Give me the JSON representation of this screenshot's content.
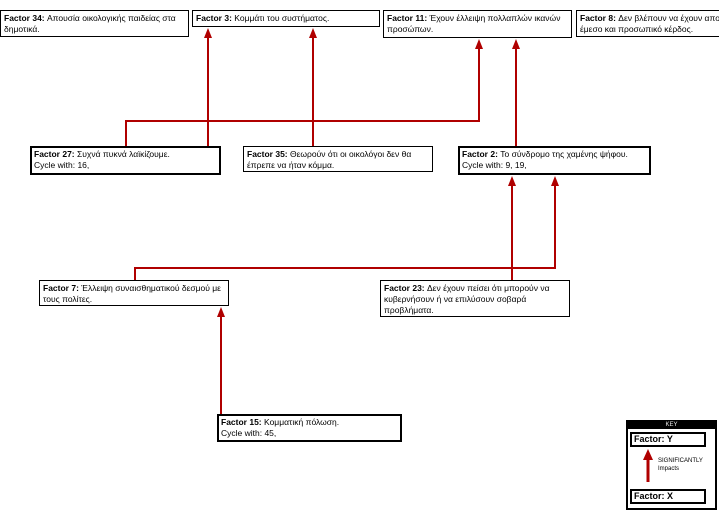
{
  "factors": {
    "factor_34": {
      "label": "Factor 34:",
      "lines": [
        "Απουσία οικολογικής παιδείας στα",
        "δημοτικά."
      ]
    },
    "factor_3": {
      "label": "Factor 3:",
      "lines": [
        "Κομμάτι του συστήματος."
      ]
    },
    "factor_11": {
      "label": "Factor 11:",
      "lines": [
        "Έχουν έλλειψη πολλαπλών ικανών",
        "προσώπων."
      ]
    },
    "factor_8": {
      "label": "Factor 8:",
      "lines": [
        "Δεν βλέπουν να έχουν αποιο",
        "έμεσο και προσωπικό κέρδος."
      ]
    },
    "factor_27": {
      "label": "Factor 27:",
      "lines": [
        "Συχνά πυκνά λαϊκίζουμε."
      ],
      "cycle": "Cycle with: 16,"
    },
    "factor_35": {
      "label": "Factor 35:",
      "lines": [
        "Θεωρούν ότι οι οικολόγοι δεν θα",
        "έπρεπε να ήταν κόμμα."
      ]
    },
    "factor_2": {
      "label": "Factor 2:",
      "lines": [
        "Το σύνδρομο της χαμένης ψήφου."
      ],
      "cycle": "Cycle with: 9, 19,"
    },
    "factor_7": {
      "label": "Factor 7:",
      "lines": [
        "Έλλειψη συναισθηματικού δεσμού με",
        "τους πολίτες."
      ]
    },
    "factor_23": {
      "label": "Factor 23:",
      "lines": [
        "Δεν έχουν πείσει ότι μπορούν να",
        "κυβερνήσουν ή να επιλύσουν σοβαρά",
        "προβλήματα."
      ]
    },
    "factor_15": {
      "label": "Factor 15:",
      "lines": [
        "Κομματική πόλωση."
      ],
      "cycle": "Cycle with: 45,"
    }
  },
  "key": {
    "title": "KEY",
    "target_label": "Factor: Y",
    "relation_lines": [
      "SIGNIFICANTLY",
      "Impacts"
    ],
    "source_label": "Factor: X"
  },
  "colors": {
    "impact_arrow": "#b00000",
    "key_header_background": "#000000"
  }
}
